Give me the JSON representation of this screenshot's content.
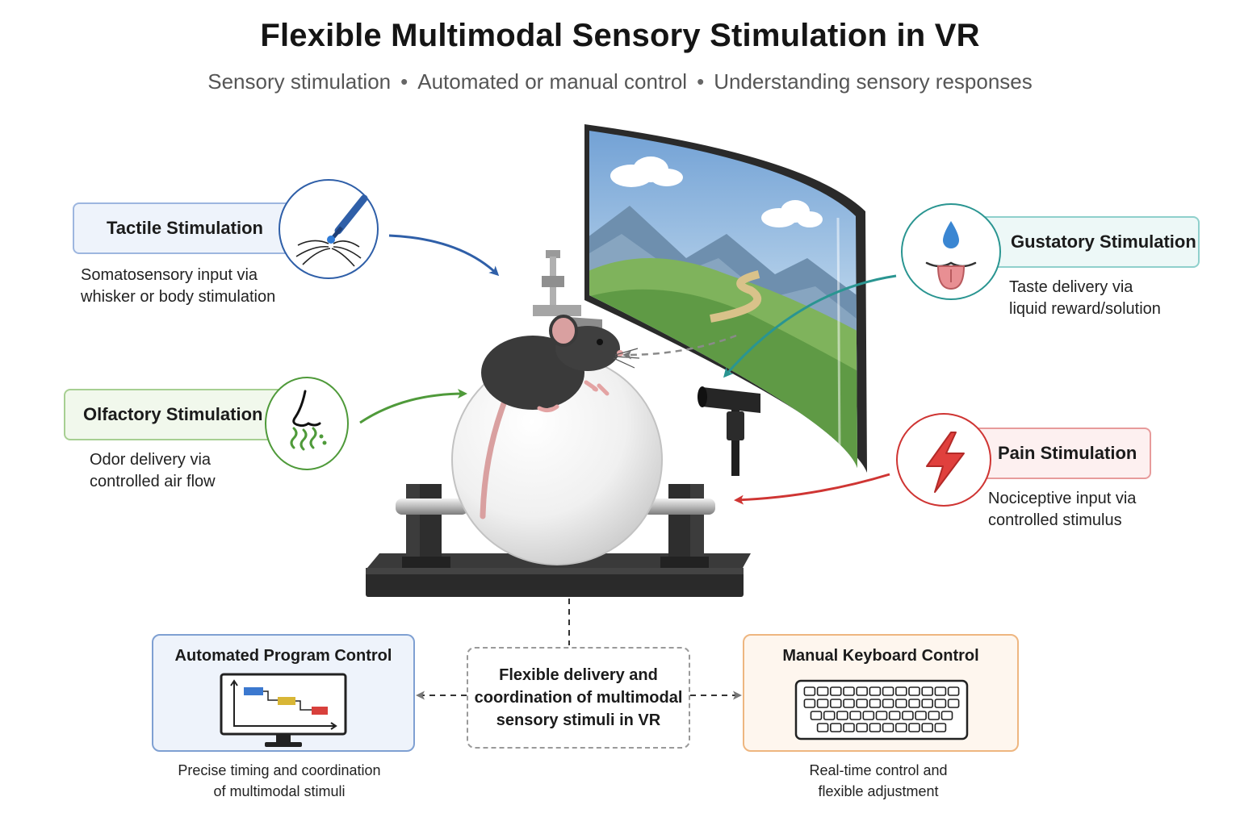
{
  "header": {
    "title": "Flexible Multimodal Sensory Stimulation in VR",
    "subtitle_items": [
      "Sensory stimulation",
      "Automated or manual control",
      "Understanding sensory responses"
    ],
    "separator": "•"
  },
  "stimuli": {
    "tactile": {
      "label": "Tactile Stimulation",
      "desc_lines": [
        "Somatosensory input via",
        "whisker or body stimulation"
      ],
      "icon": "probe-whisker-icon"
    },
    "olfactory": {
      "label": "Olfactory Stimulation",
      "desc_lines": [
        "Odor delivery via",
        "controlled air flow"
      ],
      "icon": "nose-odor-icon"
    },
    "gustatory": {
      "label": "Gustatory Stimulation",
      "desc_lines": [
        "Taste delivery via",
        "liquid reward/solution"
      ],
      "icon": "drop-tongue-icon"
    },
    "pain": {
      "label": "Pain Stimulation",
      "desc_lines": [
        "Nociceptive input via",
        "controlled stimulus"
      ],
      "icon": "lightning-icon"
    }
  },
  "controls": {
    "automated": {
      "title": "Automated Program Control",
      "caption_lines": [
        "Precise timing and coordination",
        "of multimodal stimuli"
      ],
      "icon": "monitor-timeline-icon"
    },
    "center_lines": [
      "Flexible delivery and",
      "coordination of multimodal",
      "sensory stimuli in VR"
    ],
    "manual": {
      "title": "Manual Keyboard Control",
      "caption_lines": [
        "Real-time control and",
        "flexible adjustment"
      ],
      "icon": "keyboard-icon"
    }
  },
  "colors": {
    "tactile": "#2f5fa8",
    "olfactory": "#4f9a3a",
    "gustatory": "#2a9591",
    "pain": "#cf3533",
    "automated": "#7fa0d2",
    "manual": "#eeb680"
  }
}
